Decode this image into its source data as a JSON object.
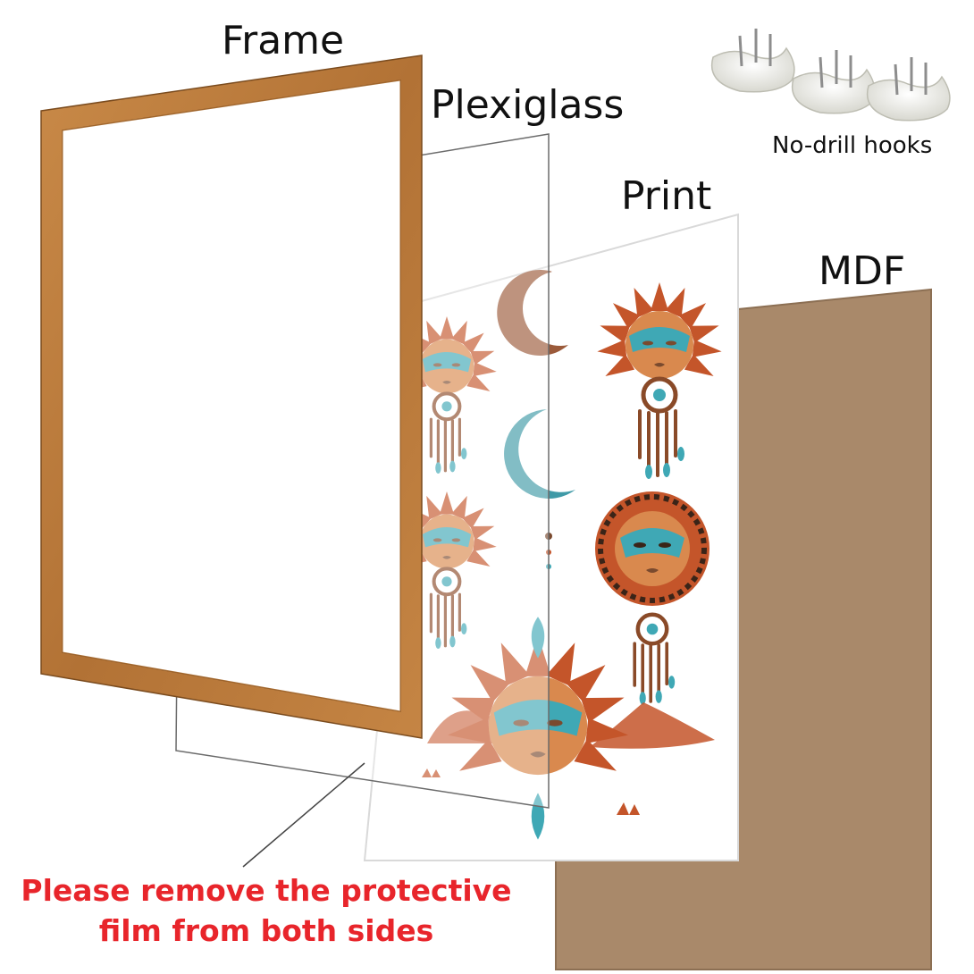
{
  "labels": {
    "frame": "Frame",
    "plexiglass": "Plexiglass",
    "print": "Print",
    "mdf": "MDF",
    "hooks": "No-drill hooks"
  },
  "warning": {
    "line1": "Please remove the protective",
    "line2": "film from both sides",
    "color": "#e8252b"
  },
  "colors": {
    "frame_wood": "#b97a3d",
    "mdf_board": "#a9896a",
    "print_orange": "#c4552a",
    "print_turquoise": "#3fa8b5",
    "print_brown": "#7a4a2e"
  },
  "icons": [
    "hook-icon",
    "sun-icon",
    "moon-icon",
    "mountain-icon"
  ]
}
